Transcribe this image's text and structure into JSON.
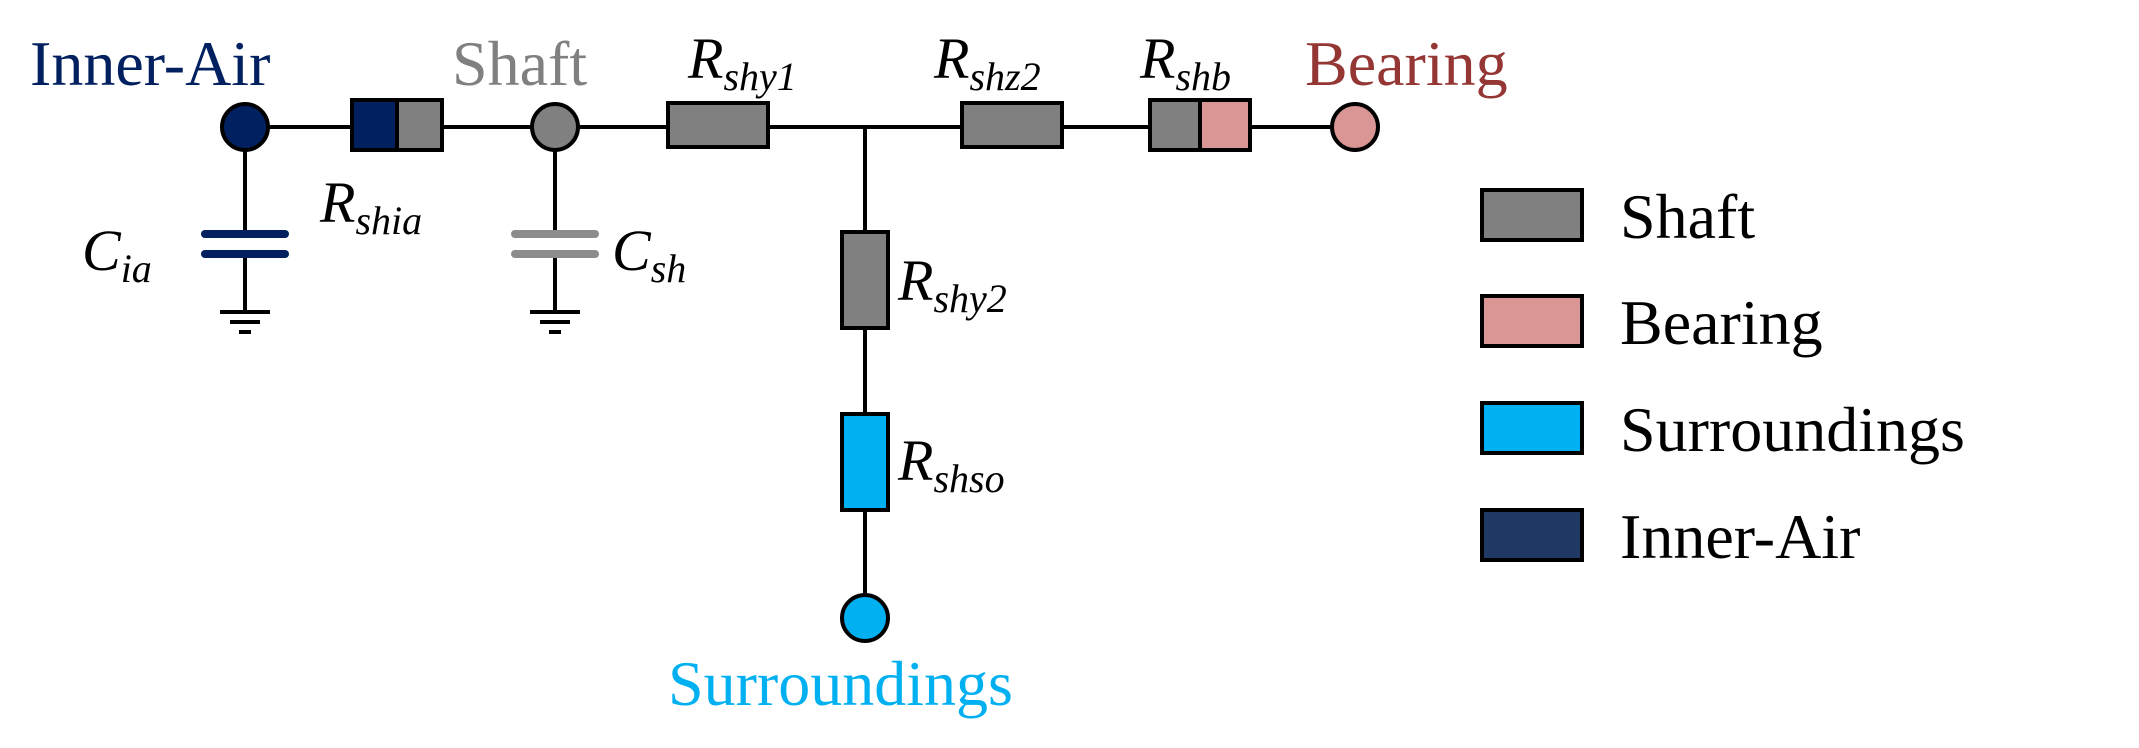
{
  "colors": {
    "shaft": "#808080",
    "bearing": "#d99694",
    "surroundings": "#00b0f0",
    "inner_air": "#002060",
    "inner_air_legend": "#1f3864",
    "bearing_text": "#943634",
    "capacitor_sh": "#8c8c8c"
  },
  "nodes": {
    "inner_air": "Inner-Air",
    "shaft": "Shaft",
    "bearing": "Bearing",
    "surroundings": "Surroundings"
  },
  "components": {
    "r_shia": {
      "main": "R",
      "sub": "shia"
    },
    "r_shy1": {
      "main": "R",
      "sub": "shy1"
    },
    "r_shz2": {
      "main": "R",
      "sub": "shz2"
    },
    "r_shb": {
      "main": "R",
      "sub": "shb"
    },
    "r_shy2": {
      "main": "R",
      "sub": "shy2"
    },
    "r_shso": {
      "main": "R",
      "sub": "shso"
    },
    "c_ia": {
      "main": "C",
      "sub": "ia"
    },
    "c_sh": {
      "main": "C",
      "sub": "sh"
    }
  },
  "legend": [
    {
      "label": "Shaft",
      "icon": "shaft-swatch"
    },
    {
      "label": "Bearing",
      "icon": "bearing-swatch"
    },
    {
      "label": "Surroundings",
      "icon": "surroundings-swatch"
    },
    {
      "label": "Inner-Air",
      "icon": "inner-air-swatch"
    }
  ]
}
